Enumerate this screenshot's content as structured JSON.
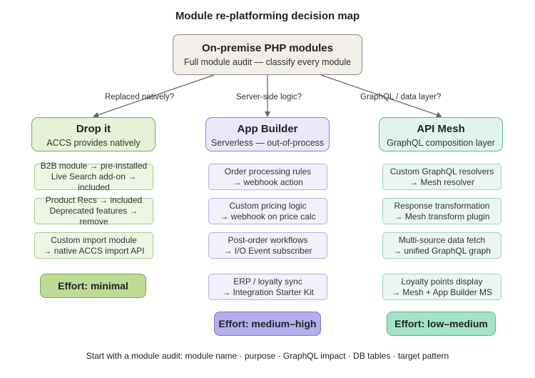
{
  "title": "Module re-platforming decision map",
  "root": {
    "title": "On-premise PHP modules",
    "subtitle": "Full module audit — classify every module"
  },
  "edges": [
    {
      "label": "Replaced natively?"
    },
    {
      "label": "Server-side logic?"
    },
    {
      "label": "GraphQL / data layer?"
    }
  ],
  "columns": [
    {
      "title": "Drop it",
      "subtitle": "ACCS provides natively",
      "items": [
        [
          "B2B module → pre-installed",
          "Live Search add-on → included"
        ],
        [
          "Product Recs → included",
          "Deprecated features → remove"
        ],
        [
          "Custom import module",
          "→ native ACCS import API"
        ]
      ],
      "effort": "Effort: minimal"
    },
    {
      "title": "App Builder",
      "subtitle": "Serverless — out-of-process",
      "items": [
        [
          "Order processing rules",
          "→ webhook action"
        ],
        [
          "Custom pricing logic",
          "→ webhook on price calc"
        ],
        [
          "Post-order workflows",
          "→ I/O Event subscriber"
        ],
        [
          "ERP / loyalty sync",
          "→ Integration Starter Kit"
        ]
      ],
      "effort": "Effort: medium–high"
    },
    {
      "title": "API Mesh",
      "subtitle": "GraphQL composition layer",
      "items": [
        [
          "Custom GraphQL resolvers",
          "→ Mesh resolver"
        ],
        [
          "Response transformation",
          "→ Mesh transform plugin"
        ],
        [
          "Multi-source data fetch",
          "→ unified GraphQL graph"
        ],
        [
          "Loyalty points display",
          "→ Mesh + App Builder MS"
        ]
      ],
      "effort": "Effort: low–medium"
    }
  ],
  "footer": "Start with a module audit: module name · purpose · GraphQL impact · DB tables · target pattern"
}
